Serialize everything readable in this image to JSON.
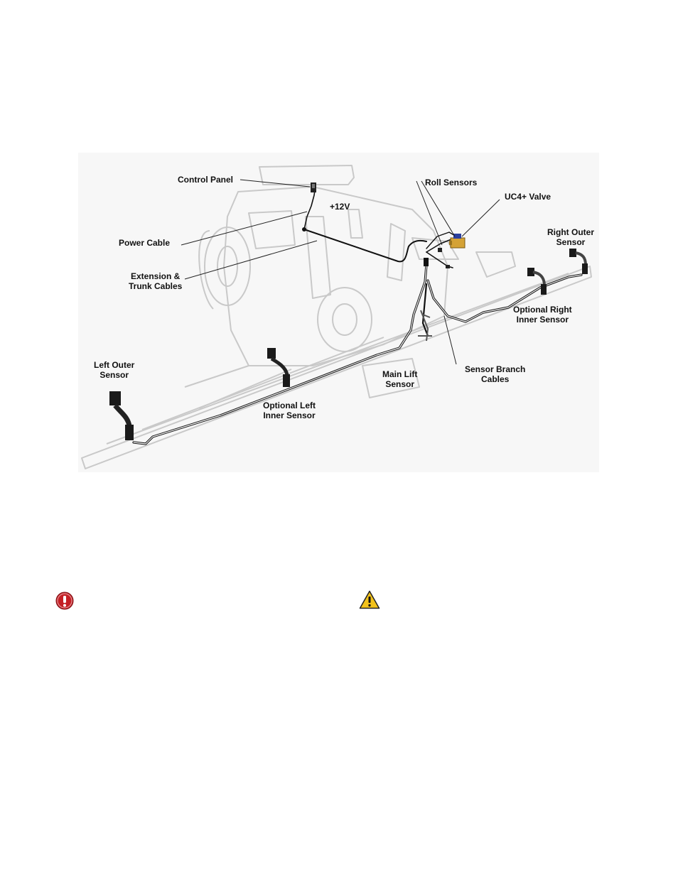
{
  "diagram": {
    "labels": {
      "control_panel": "Control Panel",
      "plus_12v": "+12V",
      "power_cable": "Power Cable",
      "extension_trunk": [
        "Extension &",
        "Trunk Cables"
      ],
      "roll_sensors": "Roll Sensors",
      "uc4_valve": "UC4+ Valve",
      "right_outer": [
        "Right Outer",
        "Sensor"
      ],
      "optional_right_inner": [
        "Optional Right",
        "Inner Sensor"
      ],
      "left_outer": [
        "Left Outer",
        "Sensor"
      ],
      "optional_left_inner": [
        "Optional Left",
        "Inner Sensor"
      ],
      "main_lift": [
        "Main Lift",
        "Sensor"
      ],
      "sensor_branch": [
        "Sensor Branch",
        "Cables"
      ]
    }
  },
  "icons": {
    "important": {
      "name": "exclamation-circle-icon",
      "color": "#c41f25"
    },
    "warning": {
      "name": "warning-triangle-icon",
      "color": "#f2c21b"
    }
  }
}
